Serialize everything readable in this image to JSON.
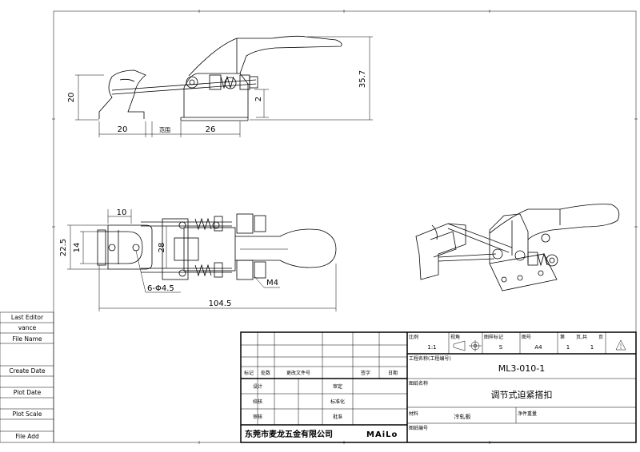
{
  "side_panel": {
    "last_editor_label": "Last Editor",
    "last_editor_value": "vance",
    "file_name_label": "File Name",
    "create_date_label": "Create Date",
    "plot_date_label": "Plot Date",
    "plot_scale_label": "Plot Scale",
    "file_add_label": "File Add"
  },
  "dimensions": {
    "top_view": {
      "height": "20",
      "length_left": "20",
      "range_label": "范围",
      "length_mid": "26",
      "total_height": "35.7",
      "offset": "2"
    },
    "front_view": {
      "width_top": "10",
      "height_outer": "22.5",
      "height_inner": "14",
      "center_gap": "28",
      "holes": "6-Φ4.5",
      "total_length": "104.5",
      "thread": "M4"
    }
  },
  "title_block": {
    "scale_label": "比例",
    "scale_value": "1:1",
    "view_label": "视角",
    "standard_label": "图样标记",
    "standard_value": "S",
    "sheet_size_label": "图号",
    "sheet_size_value": "A4",
    "page_label_a": "第",
    "page_label_b": "页,共",
    "page_label_c": "页",
    "page_current": "1",
    "page_total": "1",
    "project_no_label": "工程名称(工程编号)",
    "drawing_no": "ML3-010-1",
    "drawing_name_label": "图纸名称",
    "drawing_name": "调节式迫紧搭扣",
    "material_label": "材料",
    "material_value": "冷轧板",
    "weight_label": "净件重量",
    "drawing_code_label": "图纸编号",
    "revision_headers": [
      "标记",
      "处数",
      "更改文件号",
      "签字",
      "日期"
    ],
    "design_label": "设计",
    "check_label": "校核",
    "review_label": "审核",
    "audit_label": "审定",
    "standardize_label": "标准化",
    "approve_label": "批准",
    "company": "东莞市麦龙五金有限公司",
    "brand": "MAiLo"
  }
}
